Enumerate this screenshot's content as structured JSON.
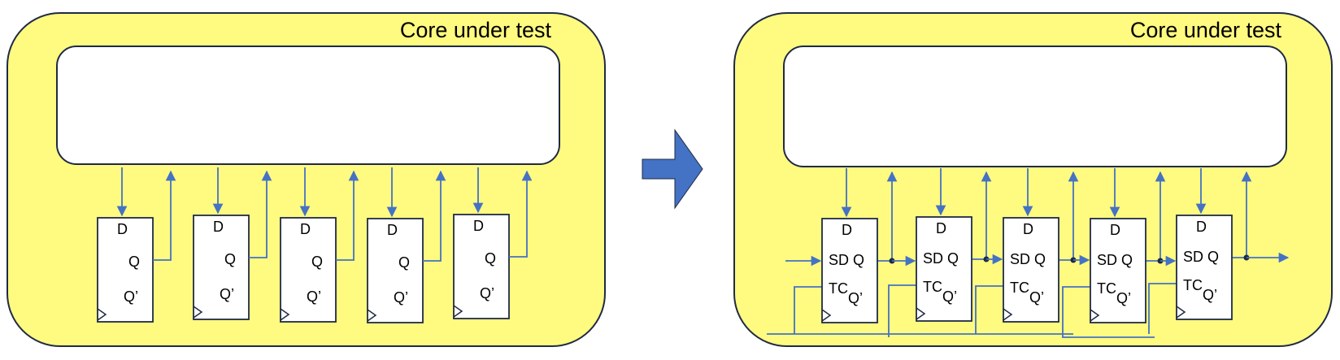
{
  "colors": {
    "core_fill": "#FFFA80",
    "outline": "#1F2A44",
    "wire": "#4472C4",
    "arrow": "#4472C4"
  },
  "left_core": {
    "title": "Core under test",
    "flipflops": [
      {
        "d": "D",
        "q": "Q",
        "qn": "Q’"
      },
      {
        "d": "D",
        "q": "Q",
        "qn": "Q’"
      },
      {
        "d": "D",
        "q": "Q",
        "qn": "Q’"
      },
      {
        "d": "D",
        "q": "Q",
        "qn": "Q’"
      },
      {
        "d": "D",
        "q": "Q",
        "qn": "Q’"
      }
    ]
  },
  "right_core": {
    "title": "Core under test",
    "flipflops": [
      {
        "d": "D",
        "sd": "SD",
        "q": "Q",
        "tc": "TC",
        "qn": "Q’"
      },
      {
        "d": "D",
        "sd": "SD",
        "q": "Q",
        "tc": "TC",
        "qn": "Q’"
      },
      {
        "d": "D",
        "sd": "SD",
        "q": "Q",
        "tc": "TC",
        "qn": "Q’"
      },
      {
        "d": "D",
        "sd": "SD",
        "q": "Q",
        "tc": "TC",
        "qn": "Q’"
      },
      {
        "d": "D",
        "sd": "SD",
        "q": "Q",
        "tc": "TC",
        "qn": "Q’"
      }
    ]
  }
}
